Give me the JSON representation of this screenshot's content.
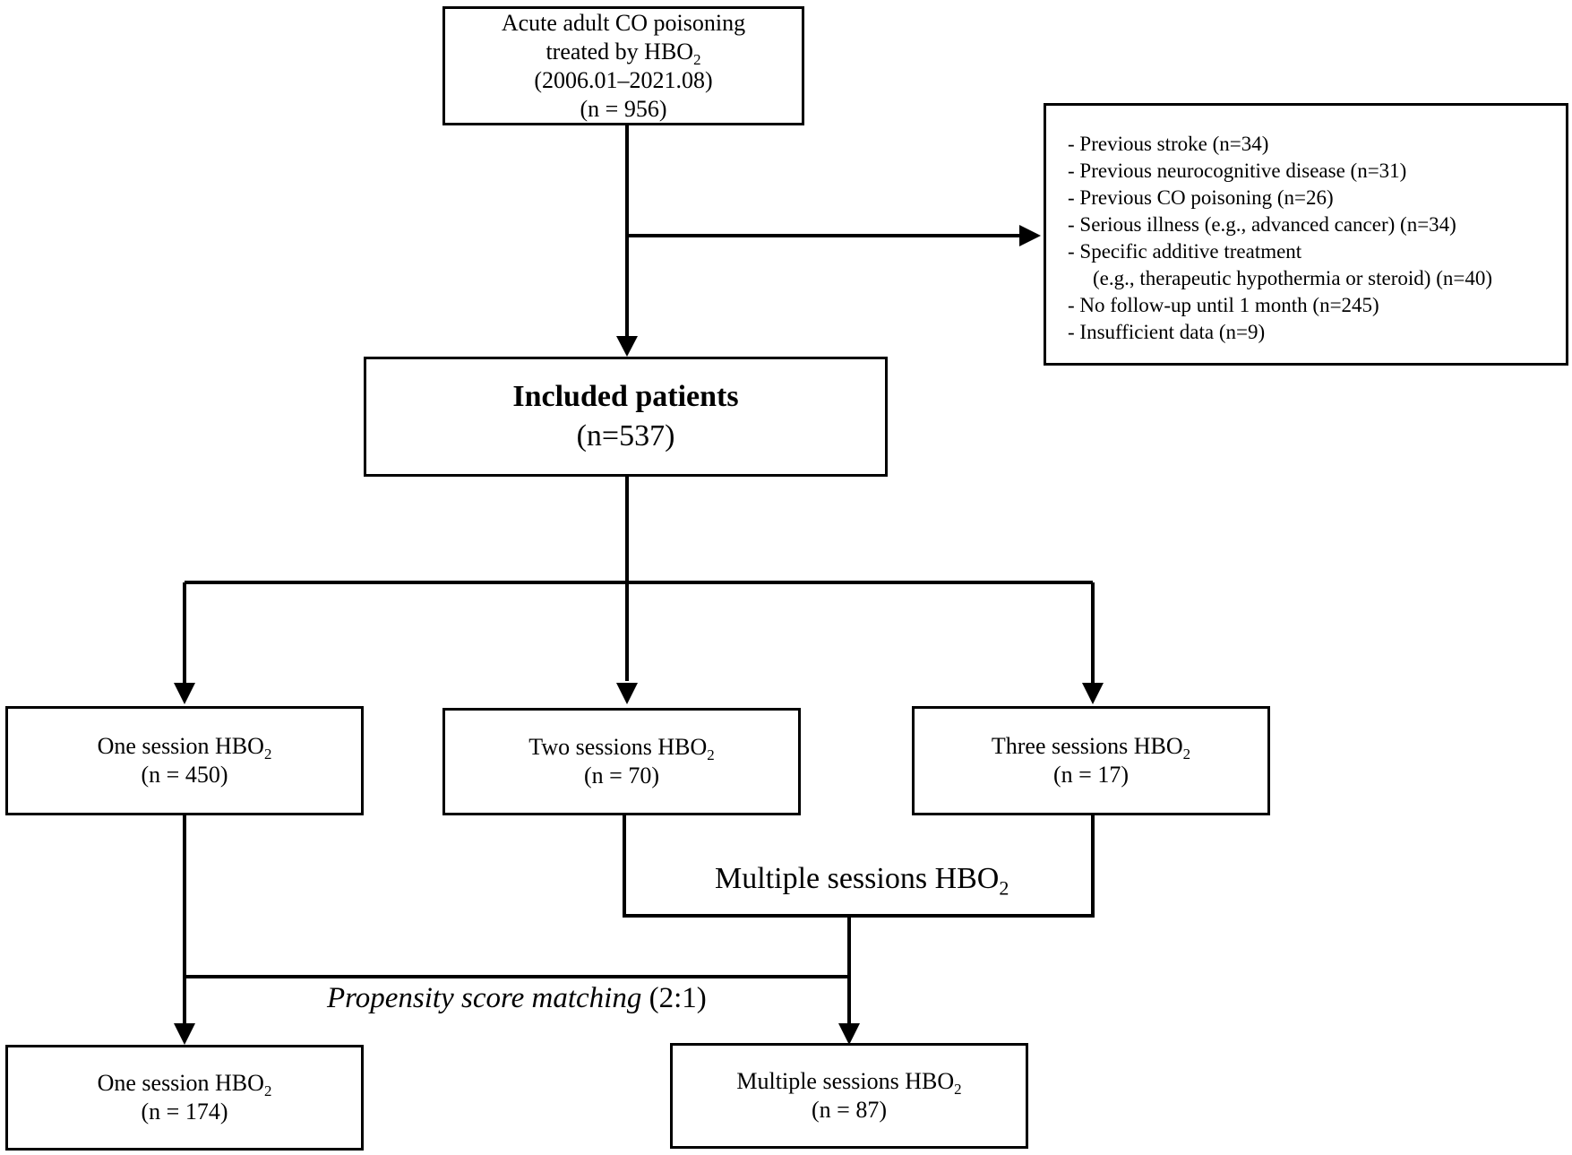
{
  "source": {
    "line1": "Acute adult CO poisoning",
    "line2_prefix": "treated by HBO",
    "line2_sub": "2",
    "period": "(2006.01–2021.08)",
    "count": "(n = 956)"
  },
  "exclusions": [
    "- Previous stroke (n=34)",
    "- Previous neurocognitive disease (n=31)",
    "- Previous CO poisoning (n=26)",
    "- Serious illness (e.g., advanced cancer) (n=34)",
    "- Specific additive treatment",
    "(e.g., therapeutic hypothermia or steroid) (n=40)",
    "- No follow-up until 1 month (n=245)",
    "- Insufficient data (n=9)"
  ],
  "included": {
    "title": "Included patients",
    "count": "(n=537)"
  },
  "groups": {
    "one": {
      "label_prefix": "One session HBO",
      "sub": "2",
      "count": "(n = 450)"
    },
    "two": {
      "label_prefix": "Two sessions HBO",
      "sub": "2",
      "count": "(n = 70)"
    },
    "three": {
      "label_prefix": "Three sessions HBO",
      "sub": "2",
      "count": "(n = 17)"
    }
  },
  "multiple_label": {
    "prefix": "Multiple sessions HBO",
    "sub": "2"
  },
  "psm_label": {
    "italic": "Propensity score matching",
    "ratio": " (2:1)"
  },
  "matched": {
    "one": {
      "label_prefix": "One session HBO",
      "sub": "2",
      "count": "(n = 174)"
    },
    "multiple": {
      "label_prefix": "Multiple sessions HBO",
      "sub": "2",
      "count": "(n = 87)"
    }
  }
}
